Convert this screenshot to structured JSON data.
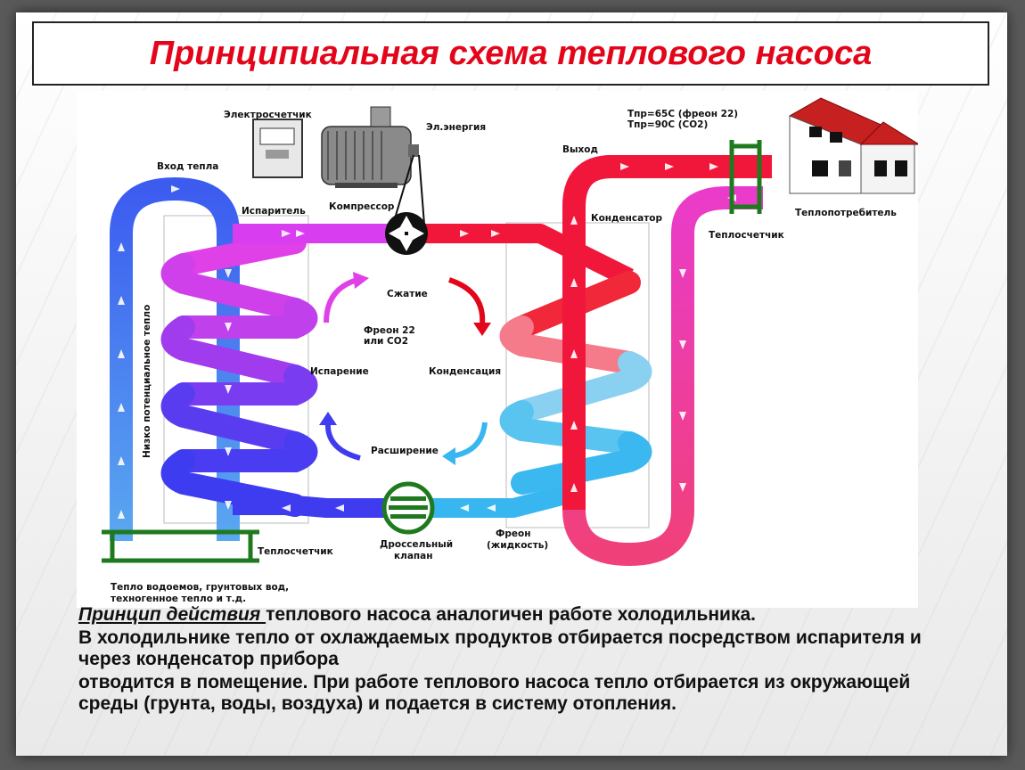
{
  "title": "Принципиальная схема теплового насоса",
  "labels": {
    "electricity_meter": "Электросчетчик",
    "electric_energy": "Эл.энергия",
    "heat_input": "Вход тепла",
    "evaporator": "Испаритель",
    "compressor": "Компрессор",
    "output": "Выход",
    "temp_line1": "Тпр=65С (фреон 22)",
    "temp_line2": "Тпр=90С (СО2)",
    "condenser": "Конденсатор",
    "heat_consumer": "Теплопотребитель",
    "heat_meter_right": "Теплосчетчик",
    "compression": "Сжатие",
    "refrigerant_line1": "Фреон 22",
    "refrigerant_line2": "или СО2",
    "evaporation": "Испарение",
    "condensation": "Конденсация",
    "expansion": "Расширение",
    "low_potential_heat": "Низко потенциальное тепло",
    "heat_meter_left": "Теплосчетчик",
    "throttle_line1": "Дроссельный",
    "throttle_line2": "клапан",
    "freon_liquid_line1": "Фреон",
    "freon_liquid_line2": "(жидкость)",
    "sources_line1": "Тепло водоемов, грунтовых вод,",
    "sources_line2": "техногенное тепло и т.д."
  },
  "text": {
    "p1_emph": "Принцип действия ",
    "p1_rest": "теплового насоса аналогичен работе холодильника.",
    "p2": "В холодильнике тепло от охлаждаемых продуктов отбирается посредством испарителя и через конденсатор прибора",
    "p3": "отводится в помещение. При работе теплового насоса тепло отбирается из окружающей среды (грунта, воды, воздуха) и подается в систему отопления."
  },
  "colors": {
    "title": "#e3061b",
    "hot_red": "#f0173a",
    "pink": "#e93bd0",
    "magenta": "#d93df0",
    "blue": "#3f3cf0",
    "light_blue": "#38b6f0",
    "green": "#1f7a1f"
  }
}
